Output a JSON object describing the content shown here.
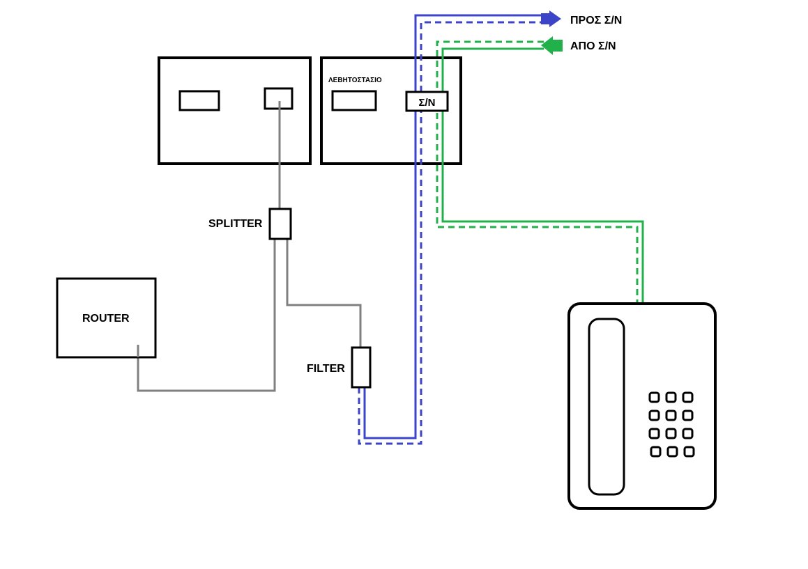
{
  "labels": {
    "to_sn": "ΠΡΟΣ Σ/Ν",
    "from_sn": "ΑΠΟ Σ/Ν",
    "boiler_room": "ΛΕΒΗΤΟΣΤΑΣΙΟ",
    "sn_box": "Σ/Ν",
    "splitter": "SPLITTER",
    "router": "ROUTER",
    "filter": "FILTER"
  },
  "colors": {
    "outgoing_line": "#3c45c8",
    "incoming_line": "#22b04a",
    "adsl_cable": "#808080",
    "outline": "#000000"
  },
  "icons": {
    "to_arrow": "arrow-right-icon",
    "from_arrow": "arrow-left-icon",
    "phone": "telephone-icon"
  },
  "phone_keypad": {
    "rows": 4,
    "cols": 3
  }
}
